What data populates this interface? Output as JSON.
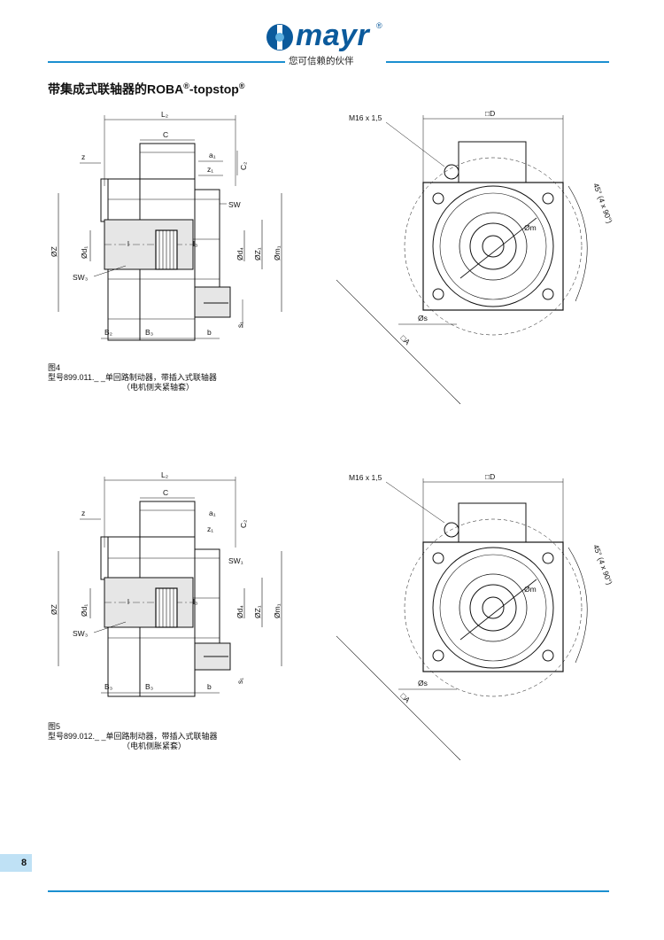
{
  "header": {
    "brand": "mayr",
    "registered": "®",
    "tagline": "您可信赖的伙伴"
  },
  "page_title": {
    "text": "带集成式联轴器的ROBA",
    "reg": "®",
    "suffix": "-topstop",
    "reg2": "®"
  },
  "figure_labels": {
    "L2": "L₂",
    "C": "C",
    "z": "z",
    "a1": "a₁",
    "z1": "z₁",
    "C2": "C₂",
    "SW": "SW",
    "SW1": "SW₁",
    "SW3": "SW₃",
    "OZ": "ØZ",
    "Od1": "Ød₁",
    "Od4": "Ød₄",
    "OZ1": "ØZ₁",
    "Om1": "Øm₁",
    "l": "l",
    "l3": "l₃",
    "s1": "s₁",
    "B2": "B₂",
    "B3": "B₃",
    "b": "b",
    "M16": "M16 x 1,5",
    "D": "□D",
    "angle": "45° (4 x 90°)",
    "Om": "Øm",
    "Os": "Øs",
    "A": "□A"
  },
  "figures": [
    {
      "caption_line1": "图4",
      "caption_line2": "型号899.011._ _单回路制动器，带插入式联轴器",
      "caption_line3": "（电机侧夹紧轴套）"
    },
    {
      "caption_line1": "图5",
      "caption_line2": "型号899.012._ _单回路制动器，带插入式联轴器",
      "caption_line3": "（电机侧胀紧套）"
    }
  ],
  "footer": {
    "page_number": "8"
  }
}
